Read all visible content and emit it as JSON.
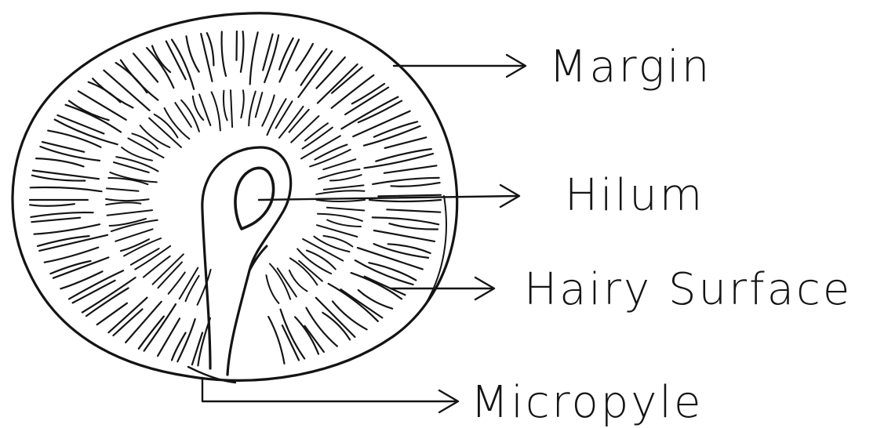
{
  "labels": {
    "margin": "Margin",
    "hilum": "Hilum",
    "hairy_surface": "Hairy Surface",
    "micropyle": "Micropyle"
  },
  "colors": {
    "ink": "#141414",
    "paper": "#ffffff"
  }
}
